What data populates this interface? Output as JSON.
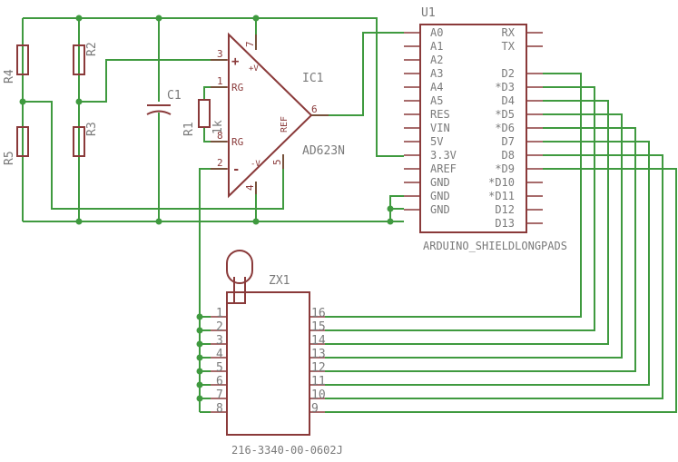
{
  "components": {
    "u1": {
      "name": "U1",
      "value": "ARDUINO_SHIELDLONGPADS",
      "left_pins": [
        "A0",
        "A1",
        "A2",
        "A3",
        "A4",
        "A5",
        "RES",
        "VIN",
        "5V",
        "3.3V",
        "AREF",
        "GND",
        "GND",
        "GND"
      ],
      "right_pins": [
        "RX",
        "TX",
        "",
        "D2",
        "*D3",
        "D4",
        "*D5",
        "*D6",
        "D7",
        "D8",
        "*D9",
        "*D10",
        "*D11",
        "D12",
        "D13"
      ]
    },
    "ic1": {
      "name": "IC1",
      "value": "AD623N",
      "rg1": "RG",
      "rg2": "RG",
      "ref": "REF",
      "plus": "+",
      "minus": "-",
      "vplus": "+V",
      "vminus": "-V",
      "pins": {
        "p1": "1",
        "p2": "2",
        "p3": "3",
        "p4": "4",
        "p5": "5",
        "p6": "6",
        "p7": "7",
        "p8": "8"
      }
    },
    "zx1": {
      "name": "ZX1",
      "value": "216-3340-00-0602J",
      "left_pins": [
        "1",
        "2",
        "3",
        "4",
        "5",
        "6",
        "7",
        "8"
      ],
      "right_pins": [
        "16",
        "15",
        "14",
        "13",
        "12",
        "11",
        "10",
        "9"
      ]
    },
    "r1": {
      "name": "R1",
      "value": "1k"
    },
    "r2": {
      "name": "R2"
    },
    "r3": {
      "name": "R3"
    },
    "r4": {
      "name": "R4"
    },
    "r5": {
      "name": "R5"
    },
    "c1": {
      "name": "C1"
    }
  },
  "colors": {
    "wire": "#3f9a3f",
    "part": "#8a3a3a",
    "label": "#7a7a7a"
  }
}
